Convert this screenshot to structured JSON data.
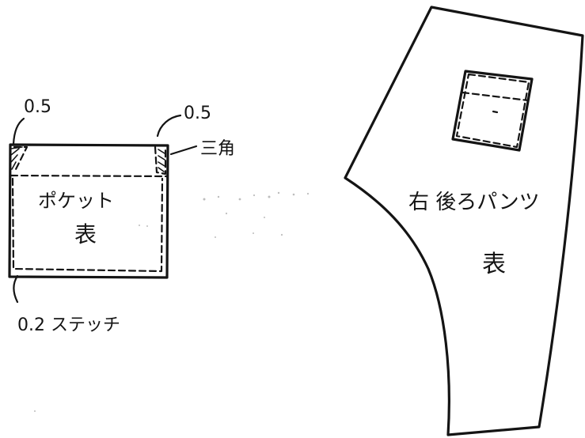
{
  "labels": {
    "pocket_left_offset": "0.5",
    "pocket_right_offset": "0.5",
    "triangle": "三角",
    "pocket_name": "ポケット",
    "pocket_face": "表",
    "stitch": "0.2 ステッチ",
    "pants_name": "右 後ろパンツ",
    "pants_face": "表"
  }
}
